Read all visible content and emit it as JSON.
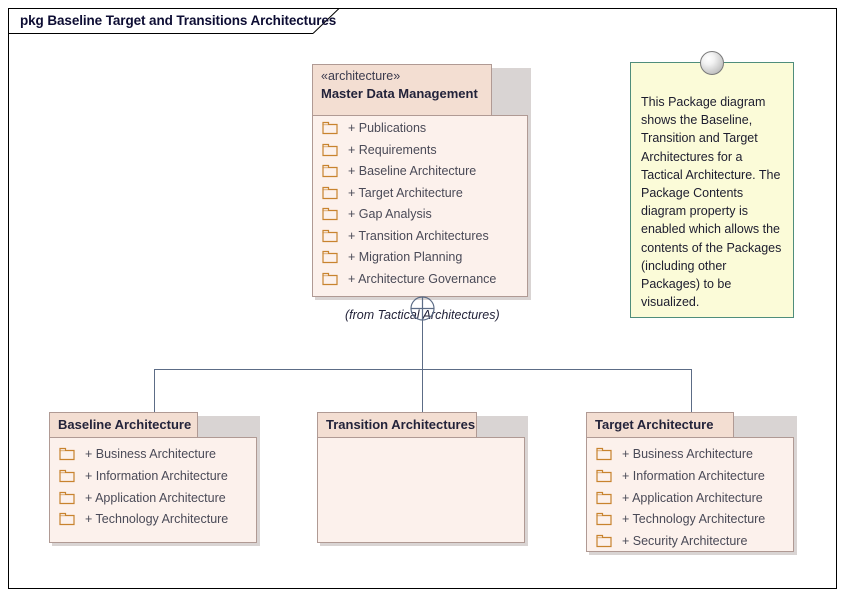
{
  "diagram": {
    "title": "pkg Baseline Target and Transitions Architectures",
    "frame_border_color": "#000000",
    "connector_color": "#5c6c86"
  },
  "colors": {
    "package_header_fill": "#f3ded2",
    "package_body_fill": "#fcf1ec",
    "package_border": "#b09a94",
    "folder_icon": "#c8832e",
    "note_fill": "#fbfbd8",
    "note_border": "#4f8d7b",
    "text": "#23233a"
  },
  "packages": {
    "master": {
      "stereotype": "«architecture»",
      "name": "Master Data Management",
      "from_label": "(from Tactical Architectures)",
      "items": [
        "+ Publications",
        "+ Requirements",
        "+ Baseline Architecture",
        "+ Target Architecture",
        "+ Gap Analysis",
        "+ Transition Architectures",
        "+ Migration Planning",
        "+ Architecture Governance"
      ]
    },
    "baseline": {
      "name": "Baseline Architecture",
      "items": [
        "+ Business Architecture",
        "+ Information Architecture",
        "+ Application Architecture",
        "+ Technology Architecture"
      ]
    },
    "transition": {
      "name": "Transition Architectures",
      "items": []
    },
    "target": {
      "name": "Target Architecture",
      "items": [
        "+ Business Architecture",
        "+ Information Architecture",
        "+ Application Architecture",
        "+ Technology Architecture",
        "+ Security Architecture"
      ]
    }
  },
  "note": {
    "text": "This Package diagram shows the Baseline, Transition and Target Architectures for a Tactical Architecture. The Package Contents diagram property is enabled which allows the contents of the Packages (including other Packages) to be visualized."
  }
}
